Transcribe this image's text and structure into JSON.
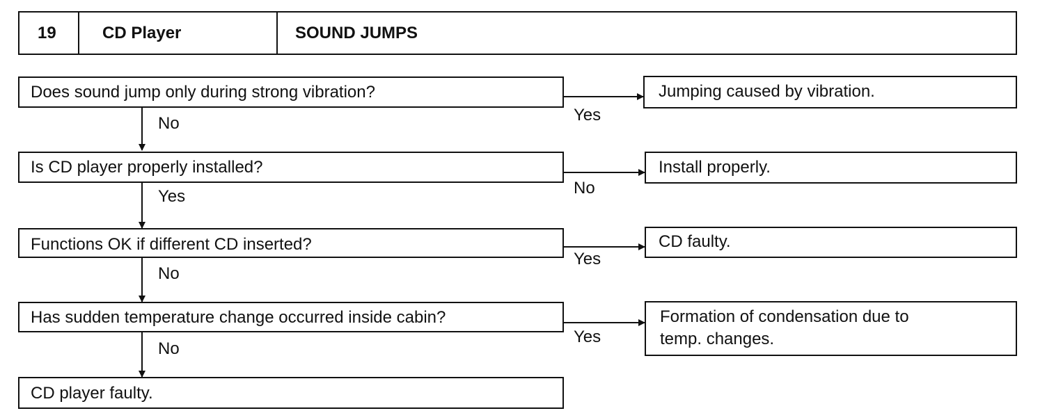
{
  "header": {
    "number": "19",
    "system": "CD Player",
    "symptom": "SOUND JUMPS"
  },
  "questions": [
    "Does sound jump only during strong vibration?",
    "Is CD player properly installed?",
    "Functions OK if different CD inserted?",
    "Has sudden temperature change occurred inside cabin?"
  ],
  "final": "CD player faulty.",
  "results": [
    "Jumping caused by vibration.",
    "Install properly.",
    "CD faulty.",
    [
      "Formation of condensation due to",
      "temp. changes."
    ]
  ],
  "down_labels": [
    "No",
    "Yes",
    "No",
    "No"
  ],
  "side_labels": [
    "Yes",
    "No",
    "Yes",
    "Yes"
  ]
}
